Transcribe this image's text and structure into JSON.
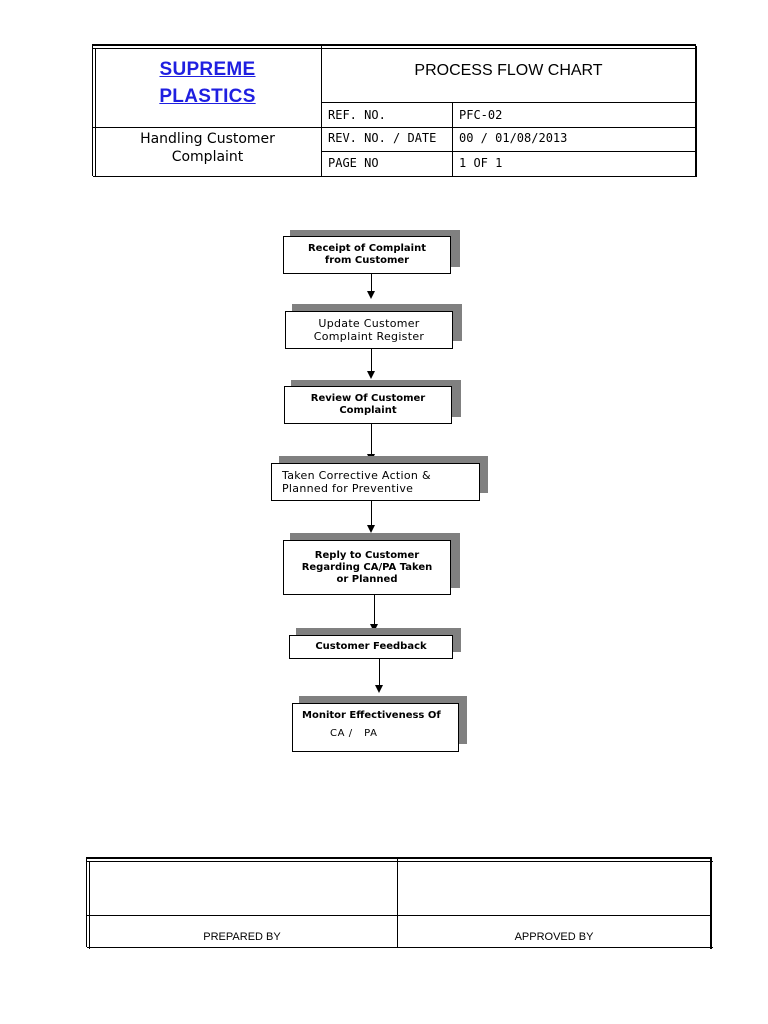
{
  "header": {
    "company_line1": "SUPREME",
    "company_line2": "PLASTICS",
    "document_title": "PROCESS FLOW CHART",
    "subject_line1": "Handling Customer",
    "subject_line2": "Complaint",
    "rows": [
      {
        "label": "REF. NO.",
        "value": "PFC-02"
      },
      {
        "label": "REV. NO. / DATE",
        "value": "00 / 01/08/2013"
      },
      {
        "label": "PAGE NO",
        "value": "1 OF 1"
      }
    ],
    "brand_color": "#1f1fe0"
  },
  "flow": {
    "steps": [
      {
        "line1": "Receipt of Complaint",
        "line2": "from Customer",
        "line3": ""
      },
      {
        "line1": "Update Customer",
        "line2": "Complaint Register",
        "line3": ""
      },
      {
        "line1": "Review Of Customer",
        "line2": "Complaint",
        "line3": ""
      },
      {
        "line1": "Taken Corrective Action &",
        "line2": "Planned for Preventive",
        "line3": ""
      },
      {
        "line1": "Reply to Customer",
        "line2": "Regarding CA/PA Taken",
        "line3": "or Planned"
      },
      {
        "line1": "Customer Feedback",
        "line2": "",
        "line3": ""
      },
      {
        "line1": "Monitor Effectiveness Of",
        "line2": "CA /   PA",
        "line3": ""
      }
    ]
  },
  "signatures": {
    "prepared_by": "PREPARED BY",
    "approved_by": "APPROVED BY"
  }
}
